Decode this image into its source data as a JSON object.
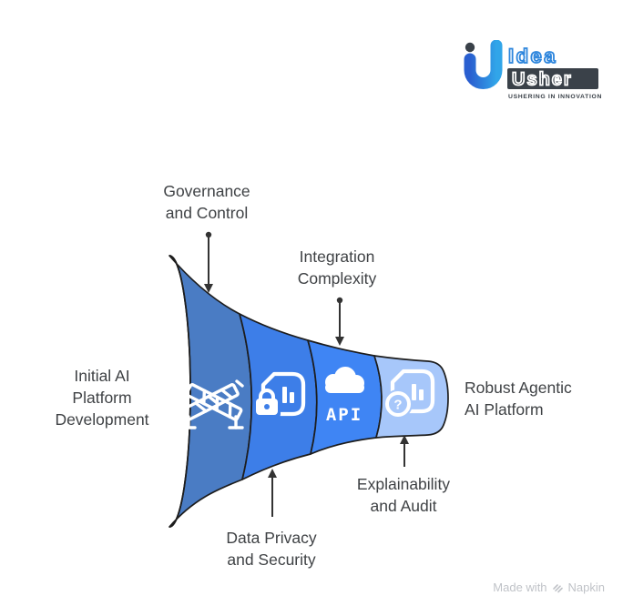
{
  "logo": {
    "brand_top": "Idea",
    "brand_bottom": "Usher",
    "tagline": "USHERING IN INNOVATION",
    "accent_blue": "#2E86DD",
    "dark": "#3A4149"
  },
  "funnel": {
    "outline_color": "#1D1D1D",
    "input_label_lines": [
      "Initial AI",
      "Platform",
      "Development"
    ],
    "output_label_lines": [
      "Robust Agentic",
      "AI Platform"
    ],
    "stages": [
      {
        "name": "Governance and Control",
        "label_lines": [
          "Governance",
          "and Control"
        ],
        "icon": "barrier-gates-icon",
        "color": "#4A7CC4"
      },
      {
        "name": "Data Privacy and Security",
        "label_lines": [
          "Data Privacy",
          "and Security"
        ],
        "icon": "lock-chart-document-icon",
        "color": "#3D7EE8"
      },
      {
        "name": "Integration Complexity",
        "label_lines": [
          "Integration",
          "Complexity"
        ],
        "icon": "cloud-api-icon",
        "icon_text": "API",
        "color": "#3F85F4"
      },
      {
        "name": "Explainability and Audit",
        "label_lines": [
          "Explainability",
          "and Audit"
        ],
        "icon": "question-chart-document-icon",
        "icon_text": "?",
        "color": "#A7C7FA"
      }
    ]
  },
  "footer": {
    "made_with": "Made with",
    "brand": "Napkin"
  }
}
